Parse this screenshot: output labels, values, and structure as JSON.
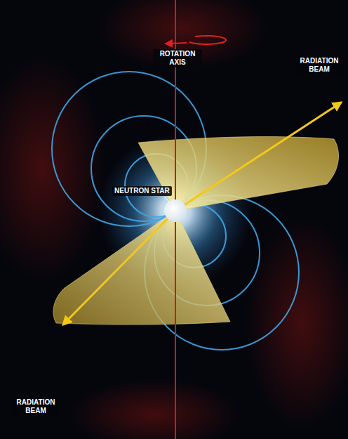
{
  "diagram": {
    "labels": [
      "ROTATION AXIS",
      "RADIATION BEAM",
      "NEUTRON STAR",
      "RADIATION BEAM"
    ]
  }
}
